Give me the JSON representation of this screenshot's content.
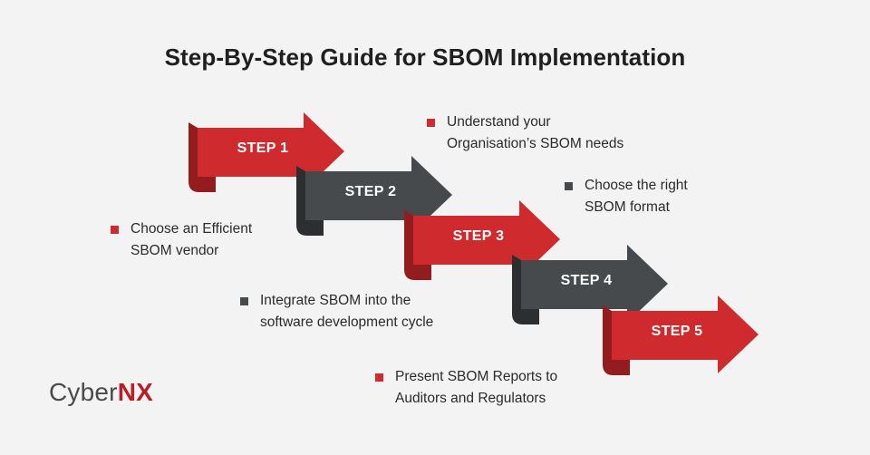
{
  "title": "Step-By-Step Guide for SBOM Implementation",
  "colors": {
    "red": "#cf2a2d",
    "red_dark": "#931c1f",
    "gray": "#474a4d",
    "gray_dark": "#2c2e30"
  },
  "steps": [
    {
      "label": "STEP 1",
      "theme": "red"
    },
    {
      "label": "STEP 2",
      "theme": "gray"
    },
    {
      "label": "STEP 3",
      "theme": "red"
    },
    {
      "label": "STEP 4",
      "theme": "gray"
    },
    {
      "label": "STEP 5",
      "theme": "red"
    }
  ],
  "bullets": [
    {
      "line1": "Understand your",
      "line2": "Organisation’s SBOM needs",
      "theme": "red"
    },
    {
      "line1": "Choose the right",
      "line2": "SBOM format",
      "theme": "gray"
    },
    {
      "line1": "Choose an Efficient",
      "line2": "SBOM vendor",
      "theme": "red"
    },
    {
      "line1": "Integrate SBOM into the",
      "line2": "software development cycle",
      "theme": "gray"
    },
    {
      "line1": "Present SBOM Reports to",
      "line2": "Auditors and Regulators",
      "theme": "red"
    }
  ],
  "logo": {
    "part1": "Cyber",
    "part2": "NX"
  }
}
